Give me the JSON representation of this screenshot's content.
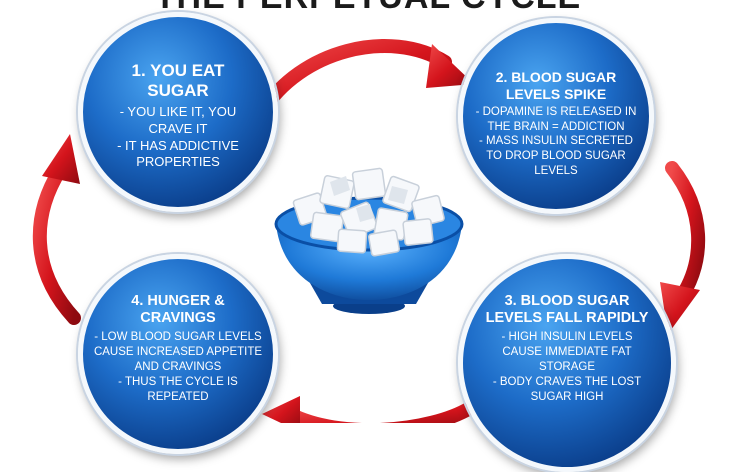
{
  "title": "THE PERPETUAL CYCLE",
  "steps": [
    {
      "title_lines": [
        "1. YOU EAT",
        "SUGAR"
      ],
      "body_lines": [
        "- YOU LIKE IT, YOU",
        "CRAVE IT",
        "- IT HAS ADDICTIVE",
        "PROPERTIES"
      ]
    },
    {
      "title_lines": [
        "2. BLOOD SUGAR",
        "LEVELS SPIKE"
      ],
      "body_lines": [
        "- DOPAMINE IS RELEASED IN",
        "THE BRAIN = ADDICTION",
        "- MASS INSULIN SECRETED",
        "TO DROP BLOOD SUGAR",
        "LEVELS"
      ]
    },
    {
      "title_lines": [
        "3. BLOOD SUGAR",
        "LEVELS FALL RAPIDLY"
      ],
      "body_lines": [
        "- HIGH INSULIN LEVELS",
        "CAUSE IMMEDIATE FAT",
        "STORAGE",
        "- BODY CRAVES THE LOST",
        "SUGAR HIGH"
      ]
    },
    {
      "title_lines": [
        "4. HUNGER &",
        "CRAVINGS"
      ],
      "body_lines": [
        "- LOW BLOOD SUGAR LEVELS",
        "CAUSE INCREASED APPETITE",
        "AND CRAVINGS",
        "- THUS THE CYCLE IS",
        "REPEATED"
      ]
    }
  ],
  "colors": {
    "circle": "#1d6cc8",
    "arrow": "#d4141c",
    "bowl": "#1f7ad8"
  },
  "icons": [
    "sugar-bowl-icon",
    "cycle-arrow-icon"
  ]
}
